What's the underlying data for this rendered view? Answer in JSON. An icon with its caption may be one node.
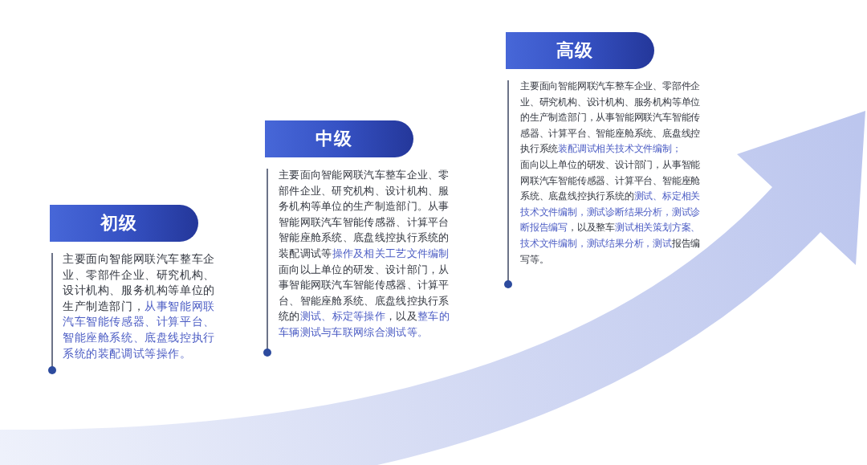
{
  "diagram": {
    "nodes": [
      {
        "text": [
          "初级",
          "主要面向智能网联汽车整车企业、零部件企业、研究机构、设计机构、服务机构等单位的生产制造部门，**从事智能网联汽车智能传感器、计算平台、智能座舱系统、底盘线控执行系统的装配调试等操作。**"
        ]
      },
      {
        "text": [
          "中级",
          "主要面向智能网联汽车整车企业、零部件企业、研究机构、设计机构、服务机构等单位的生产制造部门。从事智能网联汽车智能传感器、计算平台智能座舱系统、底盘线控执行系统的装配调试等**操作及相关工艺文件编制**",
          "面向以上单位的研发、设计部门，从事智能网联汽车智能传感器、计算平台、智能座舱系统、底盘线控执行系统的**测试、标定等操作**，以及**整车的车辆测试与车联网综合测试等。**"
        ]
      },
      {
        "text": [
          "高级",
          "主要面向智能网联汽车整车企业、零部件企业、研究机构、设计机构、服务机构等单位的生产制造部门，从事智能网联汽车智能传感器、计算平台、智能座舱系统、底盘线控执行系统**装配调试相关技术文件编制；**",
          "面向以上单位的研发、设计部门，从事智能网联汽车智能传感器、计算平台、智能座舱系统、底盘线控执行系统的**测试、标定相关技术文件编制，测试诊断结果分析，测试诊断报告编写**，以及整车**测试相关策划方案、技术文件编制，测试结果分析，测试**报告编写等。"
        ]
      }
    ]
  }
}
